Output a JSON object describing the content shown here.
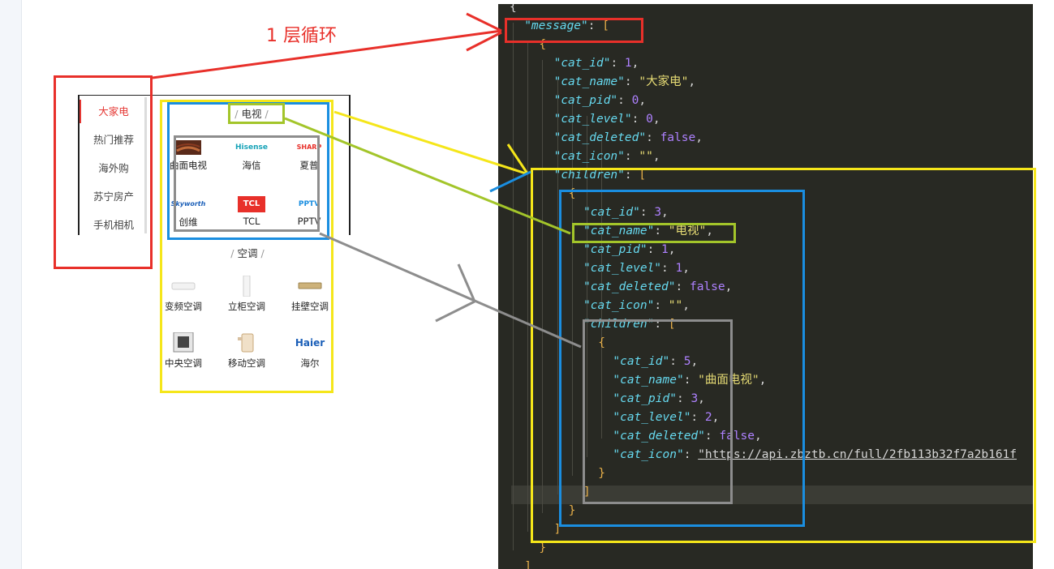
{
  "annotation": {
    "label": "1 层循环"
  },
  "sidebar": {
    "items": [
      {
        "label": "大家电",
        "active": true
      },
      {
        "label": "热门推荐",
        "active": false
      },
      {
        "label": "海外购",
        "active": false
      },
      {
        "label": "苏宁房产",
        "active": false
      },
      {
        "label": "手机相机",
        "active": false
      }
    ]
  },
  "content": {
    "sections": [
      {
        "title": "电视",
        "items": [
          {
            "label": "曲面电视",
            "icon": "curved-tv-thumb"
          },
          {
            "label": "海信",
            "icon": "hisense-logo",
            "logo_text": "Hisense"
          },
          {
            "label": "夏普",
            "icon": "sharp-logo",
            "logo_text": "SHARP"
          },
          {
            "label": "创维",
            "icon": "skyworth-logo",
            "logo_text": "Skyworth"
          },
          {
            "label": "TCL",
            "icon": "tcl-logo",
            "logo_text": "TCL"
          },
          {
            "label": "PPTV",
            "icon": "pptv-logo",
            "logo_text": "PPTV"
          }
        ]
      },
      {
        "title": "空调",
        "items": [
          {
            "label": "变频空调",
            "icon": "split-ac-thumb"
          },
          {
            "label": "立柜空调",
            "icon": "tower-ac-thumb"
          },
          {
            "label": "挂壁空调",
            "icon": "wall-ac-thumb"
          },
          {
            "label": "中央空调",
            "icon": "central-ac-thumb"
          },
          {
            "label": "移动空调",
            "icon": "portable-ac-thumb"
          },
          {
            "label": "海尔",
            "icon": "haier-logo",
            "logo_text": "Haier"
          }
        ]
      }
    ]
  },
  "code": {
    "lines": [
      [
        [
          "p",
          "{"
        ]
      ],
      [
        [
          "k",
          "\"message\""
        ],
        [
          "p",
          ": "
        ],
        [
          "brk",
          "["
        ]
      ],
      [
        [
          "brk",
          "{"
        ]
      ],
      [
        [
          "k",
          "\"cat_id\""
        ],
        [
          "p",
          ": "
        ],
        [
          "n",
          "1"
        ],
        [
          "p",
          ","
        ]
      ],
      [
        [
          "k",
          "\"cat_name\""
        ],
        [
          "p",
          ": "
        ],
        [
          "s",
          "\"大家电\""
        ],
        [
          "p",
          ","
        ]
      ],
      [
        [
          "k",
          "\"cat_pid\""
        ],
        [
          "p",
          ": "
        ],
        [
          "n",
          "0"
        ],
        [
          "p",
          ","
        ]
      ],
      [
        [
          "k",
          "\"cat_level\""
        ],
        [
          "p",
          ": "
        ],
        [
          "n",
          "0"
        ],
        [
          "p",
          ","
        ]
      ],
      [
        [
          "k",
          "\"cat_deleted\""
        ],
        [
          "p",
          ": "
        ],
        [
          "b",
          "false"
        ],
        [
          "p",
          ","
        ]
      ],
      [
        [
          "k",
          "\"cat_icon\""
        ],
        [
          "p",
          ": "
        ],
        [
          "s",
          "\"\""
        ],
        [
          "p",
          ","
        ]
      ],
      [
        [
          "k",
          "\"children\""
        ],
        [
          "p",
          ": "
        ],
        [
          "brk",
          "["
        ]
      ],
      [
        [
          "brk",
          "{"
        ]
      ],
      [
        [
          "k",
          "\"cat_id\""
        ],
        [
          "p",
          ": "
        ],
        [
          "n",
          "3"
        ],
        [
          "p",
          ","
        ]
      ],
      [
        [
          "k",
          "\"cat_name\""
        ],
        [
          "p",
          ": "
        ],
        [
          "s",
          "\"电视\""
        ],
        [
          "p",
          ","
        ]
      ],
      [
        [
          "k",
          "\"cat_pid\""
        ],
        [
          "p",
          ": "
        ],
        [
          "n",
          "1"
        ],
        [
          "p",
          ","
        ]
      ],
      [
        [
          "k",
          "\"cat_level\""
        ],
        [
          "p",
          ": "
        ],
        [
          "n",
          "1"
        ],
        [
          "p",
          ","
        ]
      ],
      [
        [
          "k",
          "\"cat_deleted\""
        ],
        [
          "p",
          ": "
        ],
        [
          "b",
          "false"
        ],
        [
          "p",
          ","
        ]
      ],
      [
        [
          "k",
          "\"cat_icon\""
        ],
        [
          "p",
          ": "
        ],
        [
          "s",
          "\"\""
        ],
        [
          "p",
          ","
        ]
      ],
      [
        [
          "k",
          "\"children\""
        ],
        [
          "p",
          ": "
        ],
        [
          "brk",
          "["
        ]
      ],
      [
        [
          "brk",
          "{"
        ]
      ],
      [
        [
          "k",
          "\"cat_id\""
        ],
        [
          "p",
          ": "
        ],
        [
          "n",
          "5"
        ],
        [
          "p",
          ","
        ]
      ],
      [
        [
          "k",
          "\"cat_name\""
        ],
        [
          "p",
          ": "
        ],
        [
          "s",
          "\"曲面电视\""
        ],
        [
          "p",
          ","
        ]
      ],
      [
        [
          "k",
          "\"cat_pid\""
        ],
        [
          "p",
          ": "
        ],
        [
          "n",
          "3"
        ],
        [
          "p",
          ","
        ]
      ],
      [
        [
          "k",
          "\"cat_level\""
        ],
        [
          "p",
          ": "
        ],
        [
          "n",
          "2"
        ],
        [
          "p",
          ","
        ]
      ],
      [
        [
          "k",
          "\"cat_deleted\""
        ],
        [
          "p",
          ": "
        ],
        [
          "b",
          "false"
        ],
        [
          "p",
          ","
        ]
      ],
      [
        [
          "k",
          "\"cat_icon\""
        ],
        [
          "p",
          ": "
        ],
        [
          "url",
          "\"https://api.zbztb.cn/full/2fb113b32f7a2b161f"
        ]
      ],
      [
        [
          "brk",
          "}"
        ]
      ],
      [
        [
          "brk",
          "]"
        ]
      ],
      [
        [
          "brk",
          "}"
        ]
      ],
      [
        [
          "brk",
          "]"
        ]
      ],
      [
        [
          "brk",
          "}"
        ]
      ],
      [
        [
          "brk",
          "]"
        ]
      ]
    ],
    "indents": [
      0,
      1,
      2,
      3,
      3,
      3,
      3,
      3,
      3,
      3,
      4,
      5,
      5,
      5,
      5,
      5,
      5,
      5,
      6,
      7,
      7,
      7,
      7,
      7,
      7,
      6,
      5,
      4,
      3,
      2,
      1
    ]
  },
  "colors": {
    "red": "#e8302a",
    "yellow": "#f5e61a",
    "blue": "#1a8ee0",
    "green": "#a3c52a",
    "gray": "#8d8d8d",
    "editor_bg": "#282923"
  }
}
